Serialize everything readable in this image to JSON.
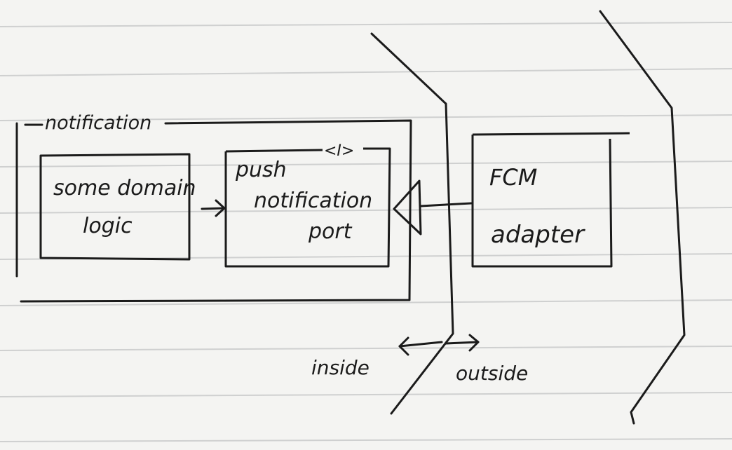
{
  "diagram": {
    "labels": {
      "notification_group": "notification",
      "domain_logic_line1": "some domain",
      "domain_logic_line2": "logic",
      "port_line1": "push",
      "port_line2": "notification",
      "port_line3": "port",
      "interface_marker": "<I>",
      "adapter_line1": "FCM",
      "adapter_line2": "adapter",
      "inside": "inside",
      "outside": "outside"
    },
    "colors": {
      "paper": "#f4f4f2",
      "rule_line": "#cfd0d0",
      "ink": "#1b1b1b"
    }
  }
}
